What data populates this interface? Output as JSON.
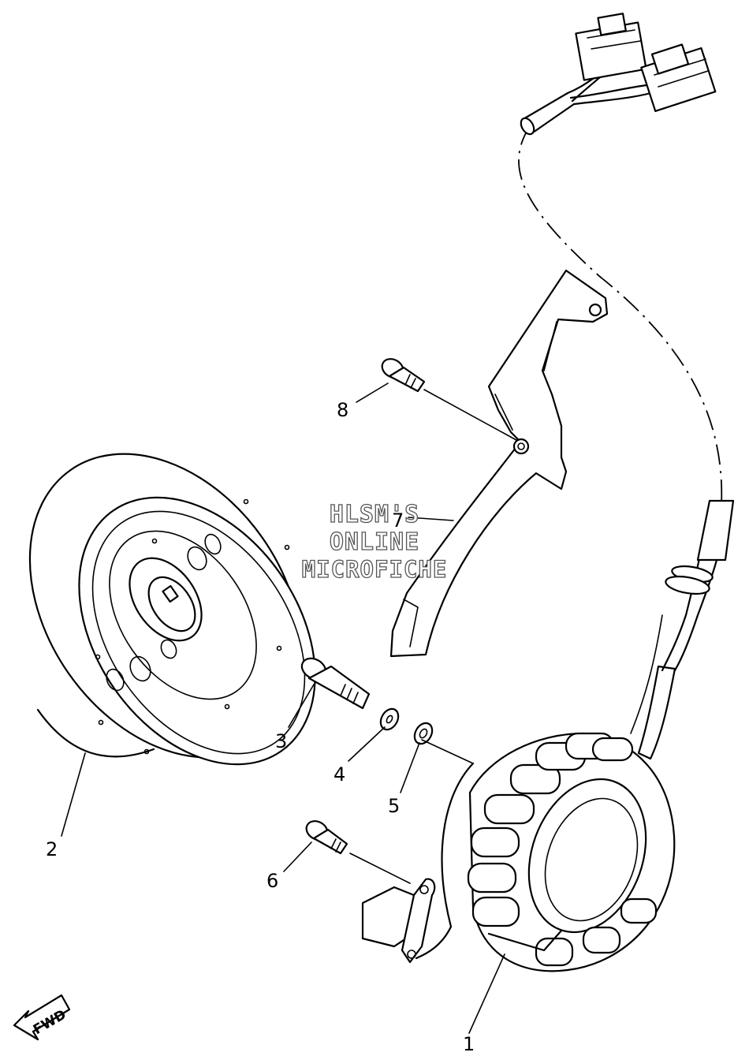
{
  "watermark": {
    "line1": "HLSM'S",
    "line2": "ONLINE",
    "line3": "MICROFICHE"
  },
  "direction_badge": "FWD",
  "callouts": [
    {
      "ref": "1",
      "part": "stator-assembly"
    },
    {
      "ref": "2",
      "part": "rotor-flywheel"
    },
    {
      "ref": "3",
      "part": "flange-bolt"
    },
    {
      "ref": "4",
      "part": "washer"
    },
    {
      "ref": "5",
      "part": "washer"
    },
    {
      "ref": "6",
      "part": "screw"
    },
    {
      "ref": "7",
      "part": "bracket-plate"
    },
    {
      "ref": "8",
      "part": "screw"
    }
  ]
}
